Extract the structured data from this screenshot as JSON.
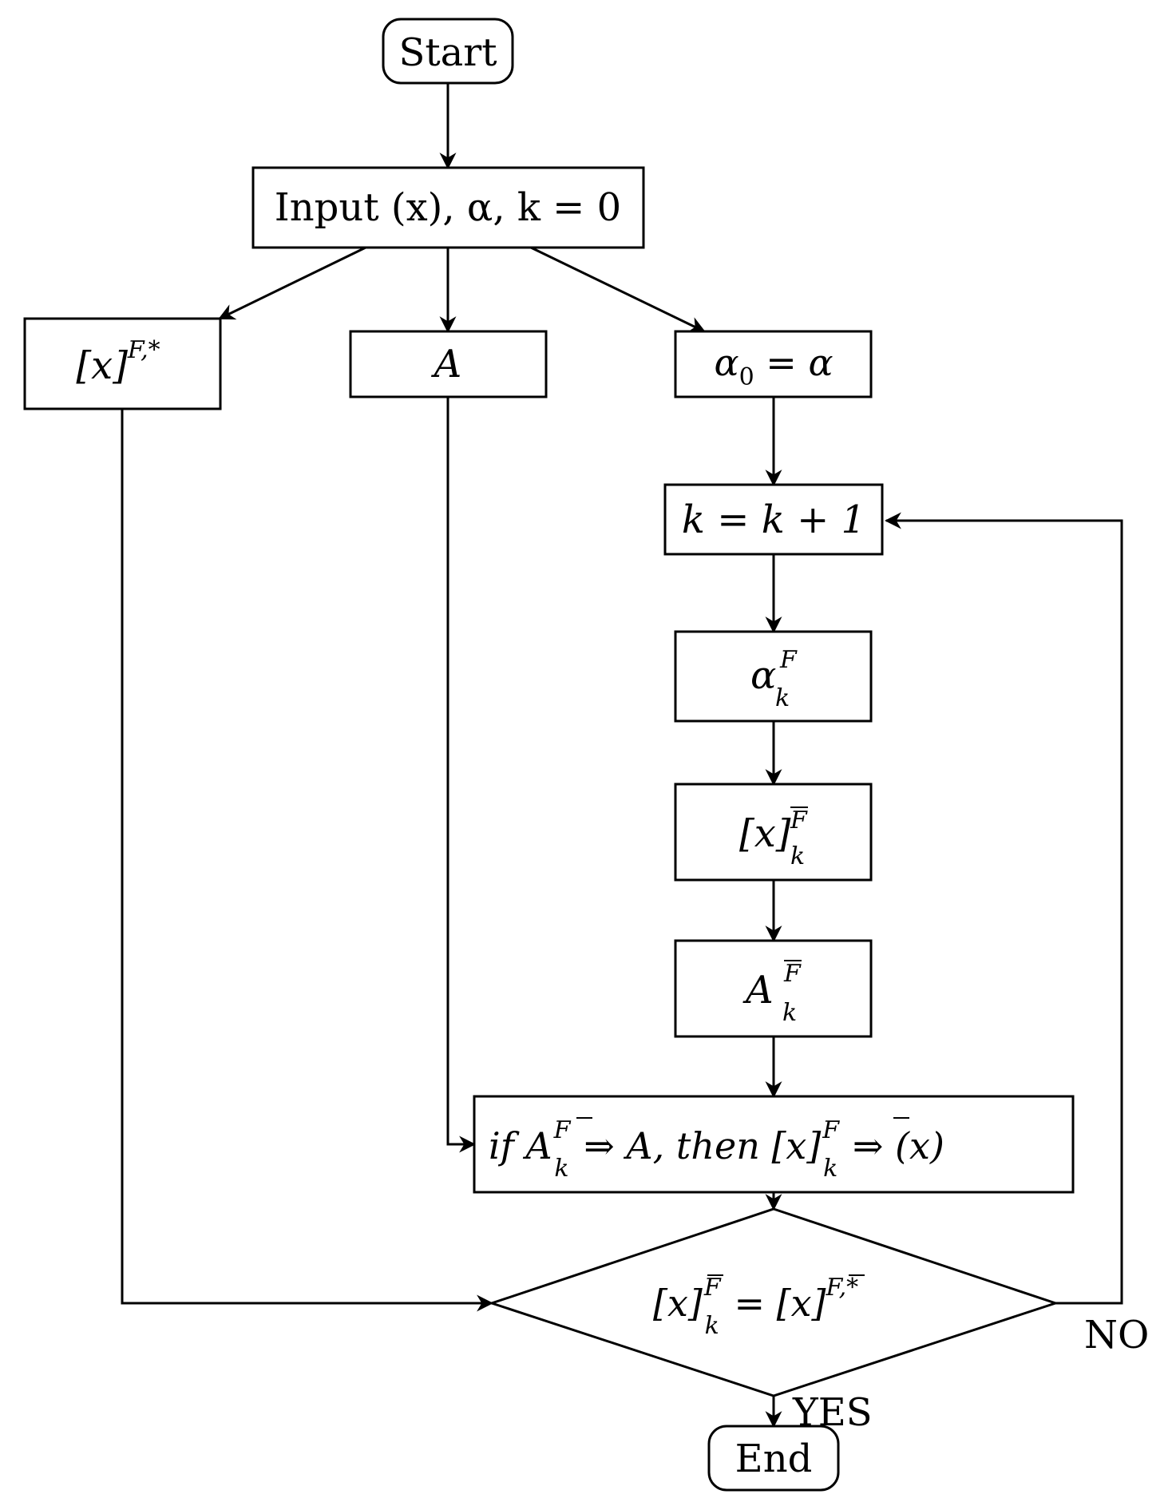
{
  "flowchart": {
    "start": {
      "label": "Start"
    },
    "input": {
      "label": "Input (x), α, k = 0"
    },
    "x_star": {
      "label": "[x]",
      "sup": "F,*"
    },
    "a": {
      "label": "A"
    },
    "alpha0": {
      "label": "α",
      "sub": "0",
      "rest": " = α"
    },
    "k_update": {
      "label": "k = k + 1"
    },
    "alpha_k": {
      "label": "α",
      "sup": "F",
      "sub": "k"
    },
    "x_k": {
      "label": "[x]",
      "sup": "F",
      "sub": "k"
    },
    "a_k": {
      "label": "A",
      "sup": "F",
      "sub": "k"
    },
    "condition": {
      "p1": "if A",
      "sup1": "F",
      "sub1": "k",
      "p2": " ⇒ A, then [x]",
      "sup2": "F",
      "sub2": "k",
      "p3": " ⇒ (x)"
    },
    "decision": {
      "lhs": "[x]",
      "lhs_sup": "F",
      "lhs_sub": "k",
      "mid": " = [x]",
      "rhs_sup": "F,*"
    },
    "yes_label": "YES",
    "no_label": "NO",
    "end": {
      "label": "End"
    }
  }
}
